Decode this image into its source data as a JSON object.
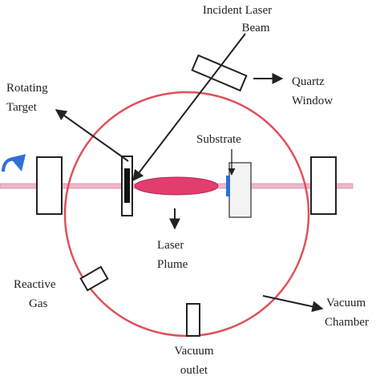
{
  "labels": {
    "incident_laser_beam_line1": "Incident Laser",
    "incident_laser_beam_line2": "Beam",
    "quartz_window_line1": "Quartz",
    "quartz_window_line2": "Window",
    "rotating_target_line1": "Rotating",
    "rotating_target_line2": "Target",
    "substrate": "Substrate",
    "laser_plume_line1": "Laser",
    "laser_plume_line2": "Plume",
    "reactive_gas_line1": "Reactive",
    "reactive_gas_line2": "Gas",
    "vacuum_chamber_line1": "Vacuum",
    "vacuum_chamber_line2": "Chamber",
    "vacuum_outlet_line1": "Vacuum",
    "vacuum_outlet_line2": "outlet"
  },
  "colors": {
    "chamber": "#e0505a",
    "rod": "#f0b6cc",
    "plume": "#e33d6d",
    "substrate_accent": "#2e6fd1",
    "rotation_arrow": "#2f6fd6",
    "line": "#222222"
  },
  "icons": {
    "rotation_indicator": "curved-arrow-icon"
  }
}
